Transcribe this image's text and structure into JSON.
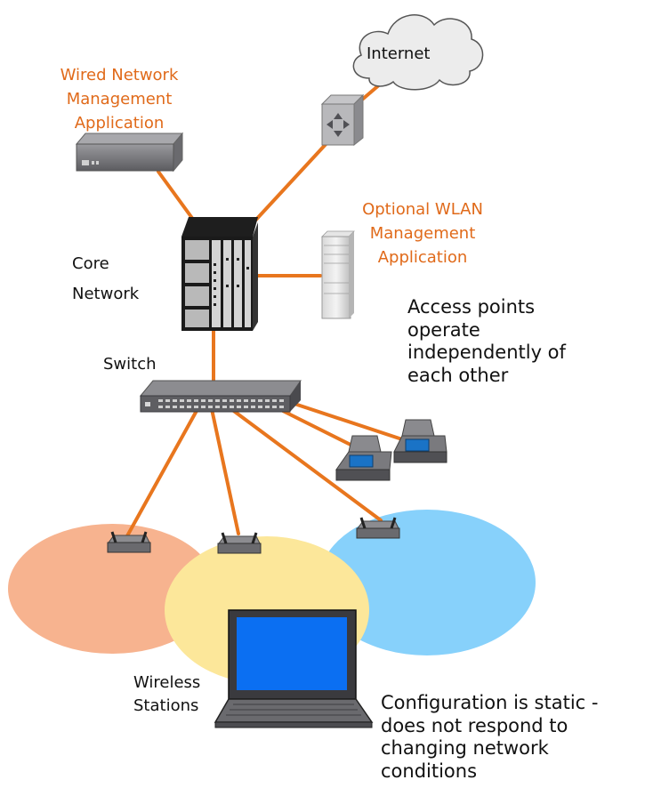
{
  "labels": {
    "internet": "Internet",
    "wired_mgmt": [
      "Wired Network",
      "Management",
      "Application"
    ],
    "wlan_mgmt": [
      "Optional WLAN",
      "Management",
      "Application"
    ],
    "core_network": [
      "Core",
      "Network"
    ],
    "switch": "Switch",
    "wireless_stations": [
      "Wireless",
      "Stations"
    ]
  },
  "notes": {
    "access_points": [
      "Access points",
      "operate",
      "independently of",
      "each other"
    ],
    "configuration": [
      "Configuration is static -",
      "does not respond to",
      "changing network",
      "conditions"
    ]
  },
  "colors": {
    "link": "#e8761e",
    "label_accent": "#e06a1a",
    "coverage_left": "#f7b38f",
    "coverage_middle": "#fce79a",
    "coverage_right": "#87d1fb",
    "laptop_screen": "#0b6ff2",
    "device_gray": "#6f6f72"
  }
}
